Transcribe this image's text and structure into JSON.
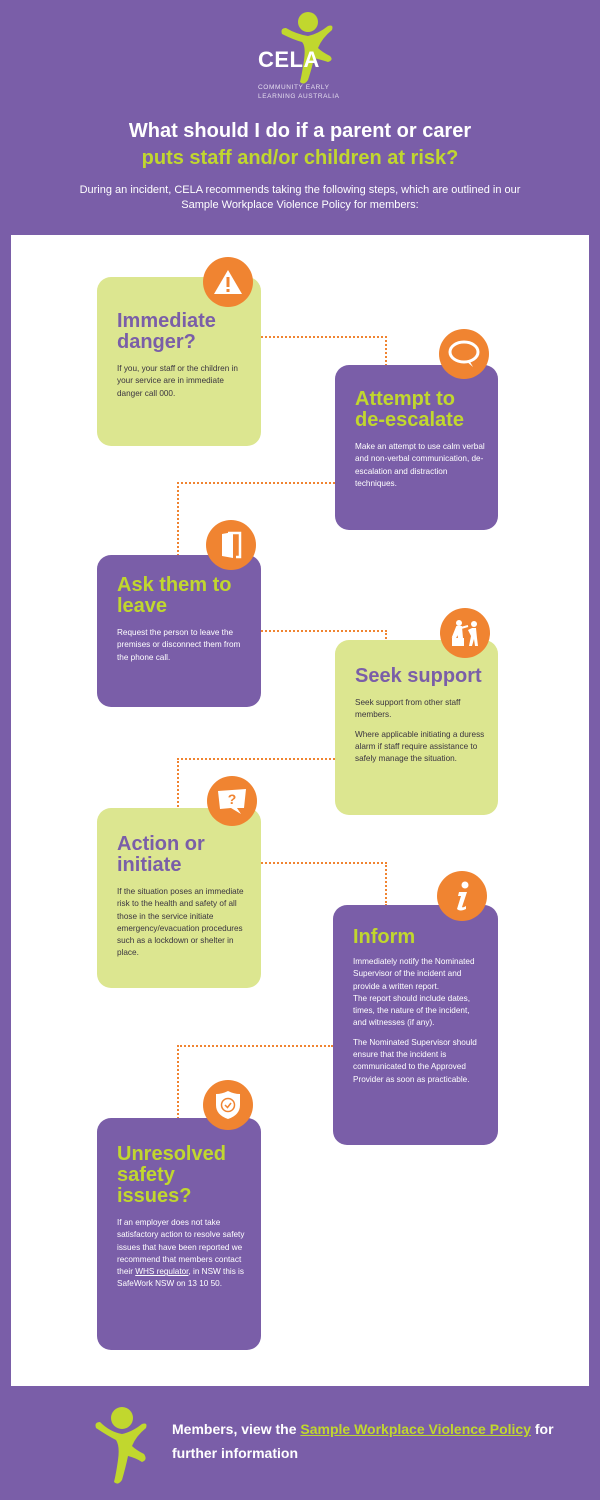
{
  "header": {
    "logo_text": "CELA",
    "logo_subtitle_line1": "COMMUNITY EARLY",
    "logo_subtitle_line2": "LEARNING AUSTRALIA",
    "title_line1": "What should I do if a parent or carer",
    "title_line2": "puts staff and/or children at risk?",
    "intro": "During an incident, CELA recommends taking the following steps, which are outlined in our Sample Workplace Violence Policy for members:"
  },
  "colors": {
    "purple": "#7a5ea8",
    "lime": "#c1d72e",
    "light_green": "#dce690",
    "orange": "#f08431",
    "white": "#ffffff"
  },
  "steps": [
    {
      "title": "Immediate danger?",
      "icon": "warning-triangle-icon",
      "style": "green",
      "paragraphs": [
        "If you, your staff or the children in your service are in immediate danger call 000."
      ]
    },
    {
      "title": "Attempt to de-escalate",
      "icon": "speech-bubble-icon",
      "style": "purple",
      "paragraphs": [
        "Make an attempt to use calm verbal and non-verbal communication, de-escalation and distraction techniques."
      ]
    },
    {
      "title": "Ask them to leave",
      "icon": "door-icon",
      "style": "purple",
      "paragraphs": [
        "Request the person to leave the premises or disconnect them from the phone call."
      ]
    },
    {
      "title": "Seek support",
      "icon": "helping-hand-icon",
      "style": "green",
      "paragraphs": [
        "Seek support from other staff members.",
        "Where applicable initiating a duress alarm if staff require assistance to safely manage the situation."
      ]
    },
    {
      "title": "Action or initiate",
      "icon": "question-bubble-icon",
      "style": "green",
      "paragraphs": [
        "If the situation poses an immediate risk to the health and safety of all those in the service initiate emergency/evacuation procedures such as a lockdown or shelter in place."
      ]
    },
    {
      "title": "Inform",
      "icon": "info-icon",
      "style": "purple",
      "paragraphs": [
        "Immediately notify the Nominated Supervisor of the incident and provide a written report.",
        "The report should include dates, times, the nature of the incident, and witnesses (if any).",
        "The Nominated Supervisor should ensure that the incident is communicated to the Approved Provider as soon as practicable."
      ]
    },
    {
      "title": "Unresolved safety issues?",
      "icon": "shield-check-icon",
      "style": "purple",
      "paragraphs": [
        "If an employer does not take satisfactory action to resolve safety issues that have been reported we recommend that members contact their"
      ],
      "link_text": "WHS regulator",
      "after_link": ", in NSW this is SafeWork NSW on 13 10 50."
    }
  ],
  "footer": {
    "text_before": "Members, view the ",
    "link_text": "Sample Workplace Violence Policy",
    "text_after": " for further information"
  }
}
